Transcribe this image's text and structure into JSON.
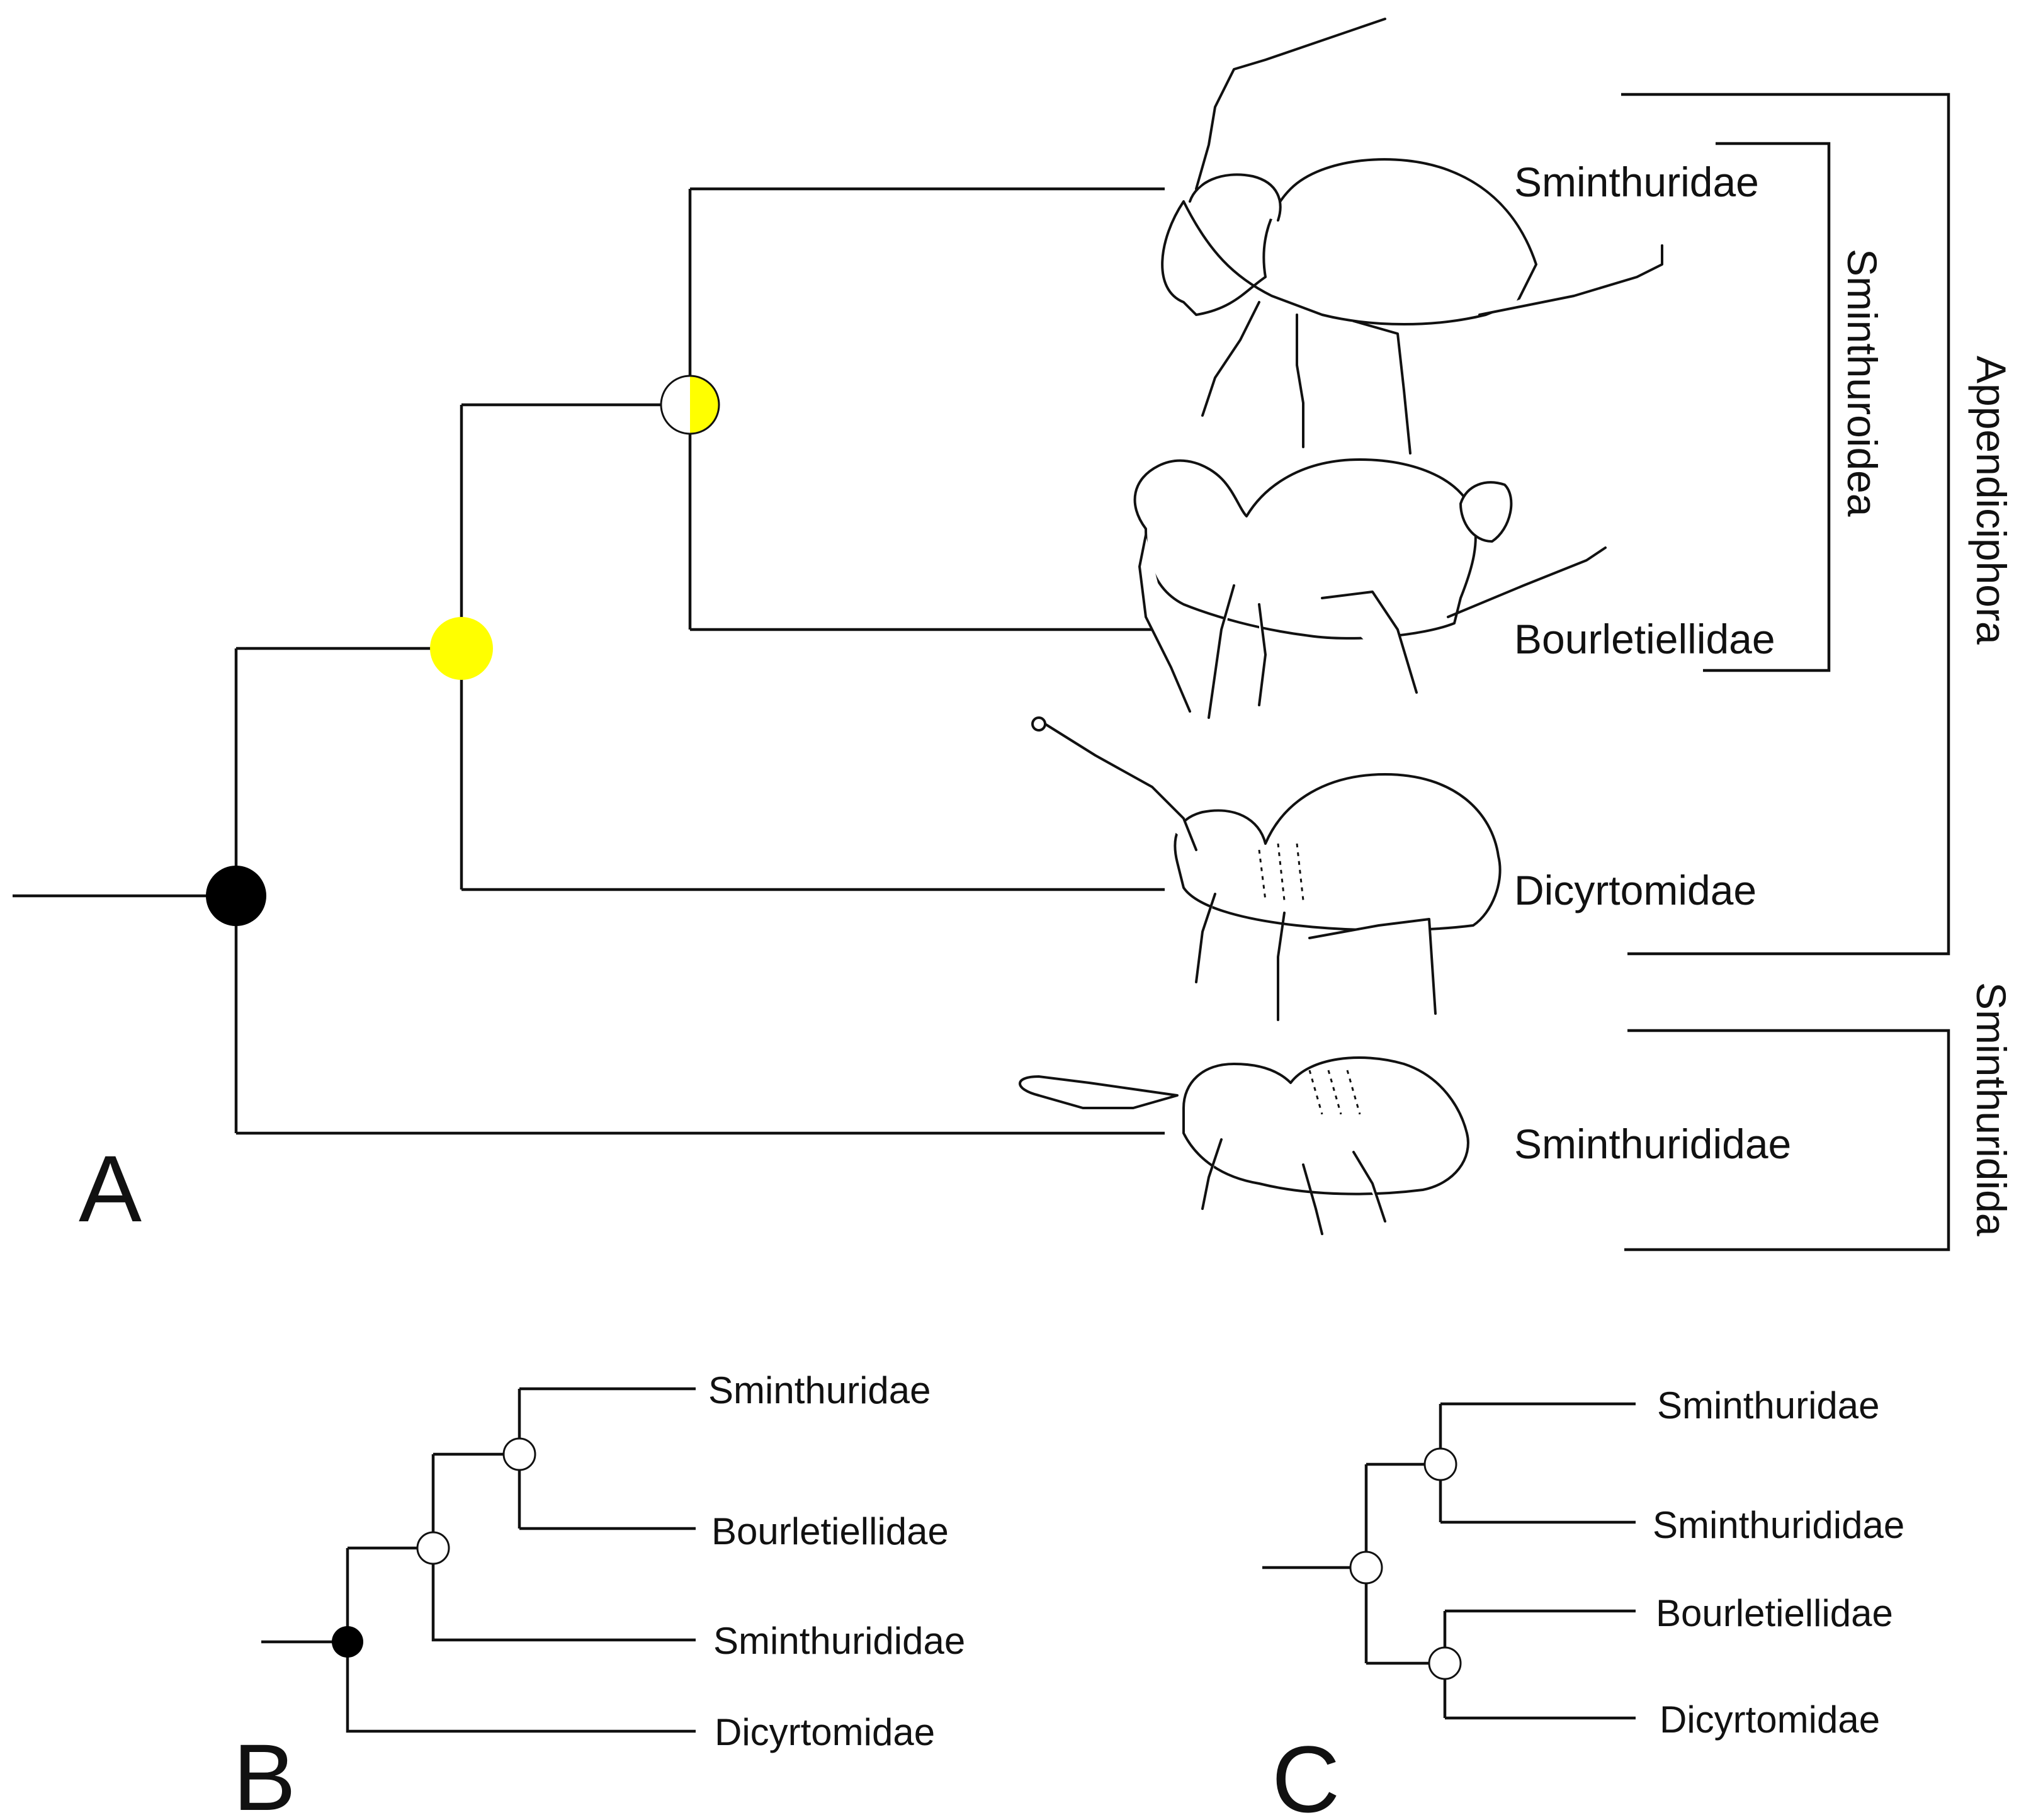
{
  "panel_a": {
    "label": "A",
    "taxa": [
      "Sminthuridae",
      "Bourletiellidae",
      "Dicyrtomidae",
      "Sminthurididae"
    ],
    "clades": {
      "sminthuroidea": "Sminthuroidea",
      "appendiciphora": "Appendiciphora",
      "sminthuridida": "Sminthuridida"
    },
    "node_colors": {
      "root": "#000000",
      "support": "#ffff00",
      "partial": "#ffff00",
      "empty": "#ffffff"
    }
  },
  "panel_b": {
    "label": "B",
    "taxa": [
      "Sminthuridae",
      "Bourletiellidae",
      "Sminthurididae",
      "Dicyrtomidae"
    ]
  },
  "panel_c": {
    "label": "C",
    "taxa": [
      "Sminthuridae",
      "Sminthurididae",
      "Bourletiellidae",
      "Dicyrtomidae"
    ]
  }
}
